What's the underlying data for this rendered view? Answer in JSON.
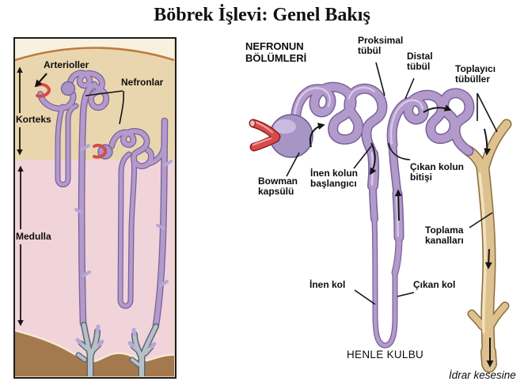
{
  "title": "Böbrek İşlevi: Genel Bakış",
  "left_panel": {
    "labels": {
      "arterioller": "Arterioller",
      "nefronlar": "Nefronlar",
      "korteks": "Korteks",
      "medulla": "Medulla"
    }
  },
  "right_panel": {
    "heading": "NEFRONUN BÖLÜMLERİ",
    "labels": {
      "proksimal_tubul": "Proksimal tübül",
      "distal_tubul": "Distal tübül",
      "toplayici_tubuller": "Toplayıcı tübüller",
      "bowman_kapsulu": "Bowman kapsülü",
      "inen_kolun_baslangici": "İnen kolun başlangıcı",
      "cikan_kolun_bitisi": "Çıkan kolun bitişi",
      "toplama_kanallari": "Toplama kanalları",
      "inen_kol": "İnen kol",
      "cikan_kol": "Çıkan kol",
      "henle_kulbu": "HENLE KULBU",
      "idrar_kesesine": "İdrar kesesine"
    }
  },
  "colors": {
    "tubule_purple": "#b29bcb",
    "tubule_outline": "#7a619c",
    "collecting_duct_tan": "#ddc28f",
    "duct_outline": "#8c6d3e",
    "arteriole_red": "#d84a4a",
    "cortex_tan": "#e9d6af",
    "medulla_pink": "#f1d3da",
    "renal_pelvis_brown": "#a5794e"
  }
}
